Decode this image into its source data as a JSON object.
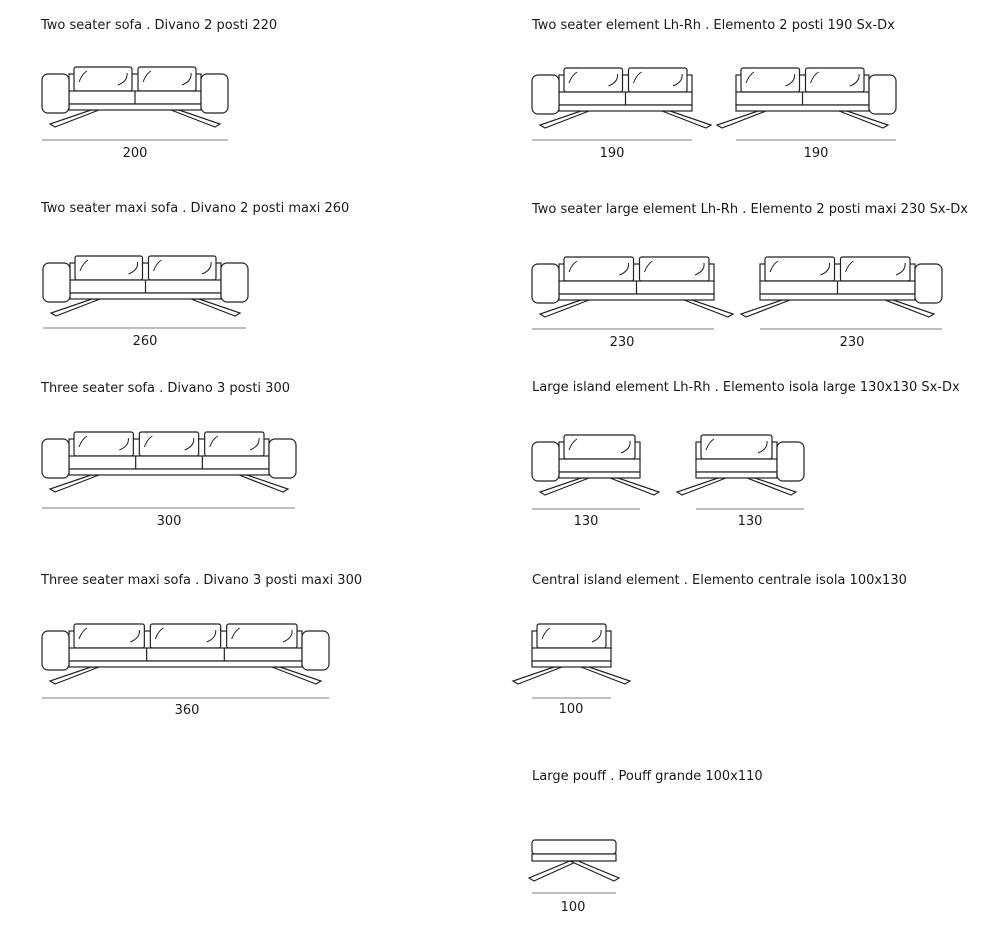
{
  "sections": [
    {
      "title": "Two seater sofa . Divano 2 posti 220",
      "dims": [
        "200"
      ]
    },
    {
      "title": "Two seater maxi sofa . Divano 2 posti maxi 260",
      "dims": [
        "260"
      ]
    },
    {
      "title": "Three seater sofa . Divano 3 posti 300",
      "dims": [
        "300"
      ]
    },
    {
      "title": "Three seater maxi sofa . Divano 3 posti maxi 300",
      "dims": [
        "360"
      ]
    },
    {
      "title": "Two seater element Lh-Rh . Elemento 2 posti 190 Sx-Dx",
      "dims": [
        "190",
        "190"
      ]
    },
    {
      "title": "Two seater large element Lh-Rh . Elemento 2 posti maxi 230 Sx-Dx",
      "dims": [
        "230",
        "230"
      ]
    },
    {
      "title": "Large island element Lh-Rh . Elemento isola large 130x130 Sx-Dx",
      "dims": [
        "130",
        "130"
      ]
    },
    {
      "title": "Central island element . Elemento centrale isola 100x130",
      "dims": [
        "100"
      ]
    },
    {
      "title": "Large pouff . Pouff grande 100x110",
      "dims": [
        "100"
      ]
    }
  ]
}
